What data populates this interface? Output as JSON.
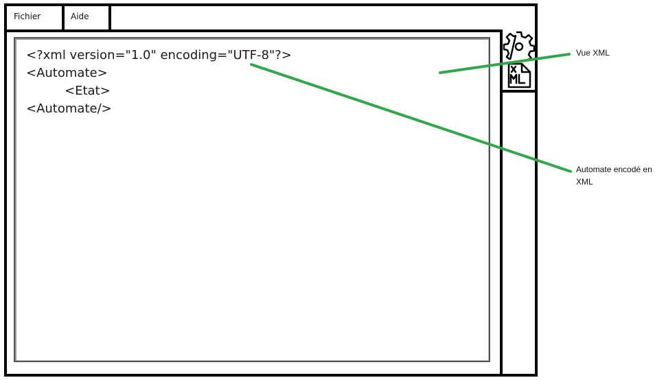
{
  "menubar": {
    "items": [
      "Fichier",
      "Aide"
    ]
  },
  "editor": {
    "lines": [
      "<?xml version=\"1.0\" encoding=\"UTF-8\"?>",
      "<Automate>",
      "<Etat>",
      "<Automate/>"
    ]
  },
  "side_panel": {
    "buttons": [
      {
        "icon": "gear-icon"
      },
      {
        "icon": "xml-icon",
        "label": "XML"
      }
    ]
  },
  "annotations": {
    "vue_xml": "Vue XML",
    "automate_encode": "Automate encodé en XML",
    "line_color": "#2ea84a"
  }
}
